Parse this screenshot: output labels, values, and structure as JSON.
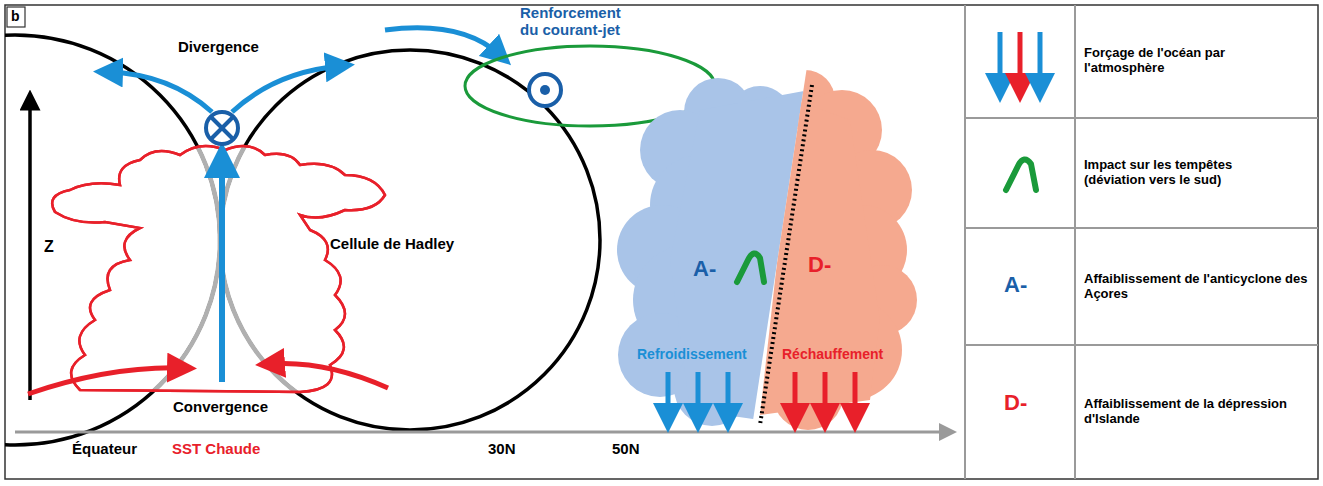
{
  "diagram": {
    "nodes": [
      {
        "text": [
          "Cellule de Hadley"
        ]
      },
      {
        "text": [
          "Renforcement du courant-jet"
        ]
      },
      {
        "text": [
          "A-",
          "Refroidissement"
        ]
      },
      {
        "text": [
          "D-",
          "Réchauffement"
        ]
      }
    ],
    "labels": [
      "b",
      "Divergence",
      "Z",
      "Convergence",
      "Équateur",
      "SST Chaude",
      "30N",
      "50N",
      "A-",
      "D-"
    ],
    "legend": [
      {
        "text": "Forçage de l'océan par l'atmosphère"
      },
      {
        "text": "Impact sur les tempêtes (déviation vers le sud)"
      },
      {
        "text": "Affaiblissement de l'anticyclone des Açores"
      },
      {
        "text": "Affaiblissement de la dépression d'Islande"
      }
    ]
  }
}
